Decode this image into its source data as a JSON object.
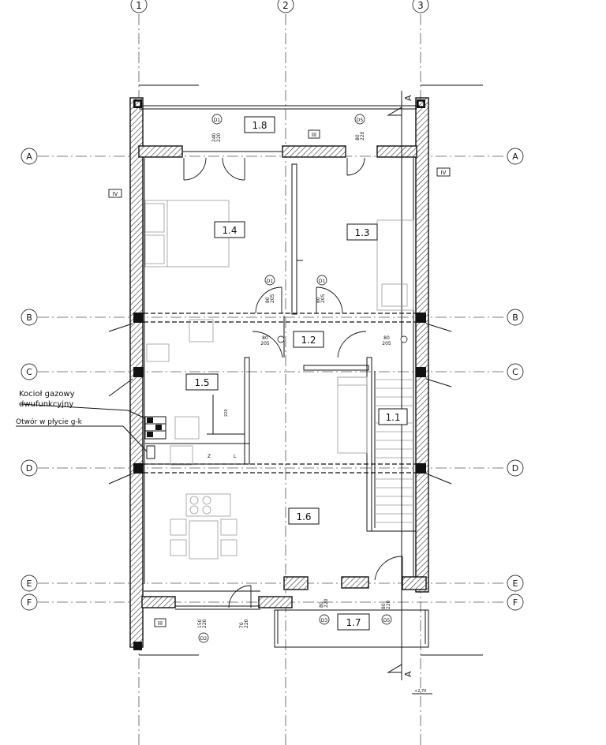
{
  "axes_vertical": [
    "1",
    "2",
    "3"
  ],
  "axes_horizontal": [
    "A",
    "B",
    "C",
    "D",
    "E",
    "F"
  ],
  "rooms": [
    "1.8",
    "1.4",
    "1.3",
    "1.2",
    "1.5",
    "1.1",
    "1.6",
    "1.7"
  ],
  "door_tags": [
    "D1",
    "D5",
    "D1",
    "D1",
    "D2",
    "D3",
    "D5"
  ],
  "door_dims": {
    "d1_top": [
      "240",
      "220"
    ],
    "d5_top": [
      "80",
      "220"
    ],
    "d1_left": [
      "80",
      "205"
    ],
    "d1_right": [
      "80",
      "205"
    ],
    "hall_left": [
      "80",
      "205"
    ],
    "hall_right": [
      "80",
      "205"
    ],
    "d2": [
      "150",
      "220"
    ],
    "d_mid": [
      "70",
      "220"
    ],
    "d3": [
      "80",
      "220"
    ],
    "d5_bottom": [
      "80",
      "220"
    ]
  },
  "wall_tags": [
    "III",
    "IV",
    "IV",
    "III"
  ],
  "section_label": "A",
  "annotations": {
    "boiler_line1": "Kocioł gazowy",
    "boiler_line2": "dwufunkcyjny",
    "opening": "Otwór w płycie g-k",
    "stair_dim": "220",
    "ref_mark": "+2.70",
    "appliance_z": "Z",
    "appliance_l": "L"
  }
}
